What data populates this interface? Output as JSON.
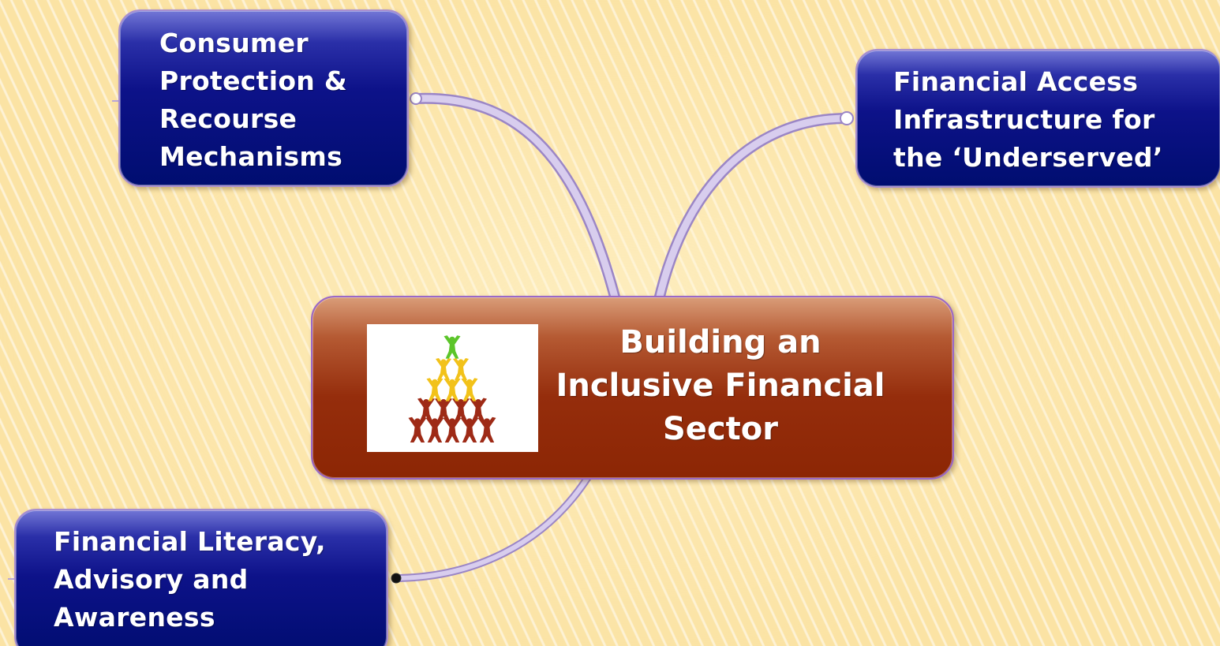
{
  "central": {
    "title": "Building an\nInclusive Financial\nSector",
    "image_icon": "people-pyramid-icon"
  },
  "topics": {
    "consumer": {
      "label": "Consumer\nProtection &\nRecourse\nMechanisms"
    },
    "access": {
      "label": "Financial Access\nInfrastructure for\nthe ‘Underserved’"
    },
    "literacy": {
      "label": "Financial Literacy,\nAdvisory and\nAwareness"
    }
  },
  "colors": {
    "topic_fill": "#0d1289",
    "central_fill": "#952d0c",
    "connector": "#c9b8e4",
    "background": "#fbe3a4",
    "figure_green": "#5cc52a",
    "figure_yellow": "#f2c21a",
    "figure_red": "#9e2a16"
  }
}
